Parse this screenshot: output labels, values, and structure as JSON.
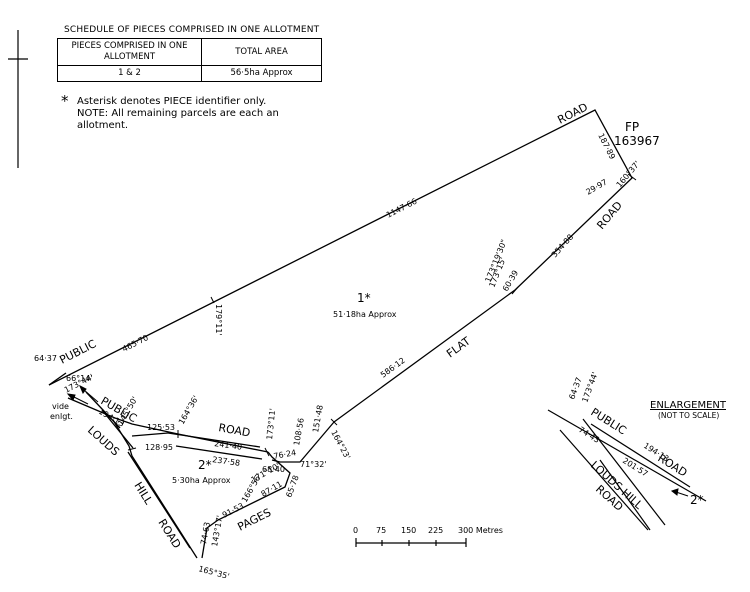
{
  "schedule": {
    "title": "SCHEDULE OF PIECES COMPRISED IN ONE ALLOTMENT",
    "header_pieces": "PIECES COMPRISED IN ONE ALLOTMENT",
    "header_area": "TOTAL AREA",
    "row_pieces": "1 & 2",
    "row_area": "56·5ha Approx"
  },
  "notes": {
    "asterisk": "*",
    "line1": "Asterisk denotes PIECE identifier only.",
    "line2": "NOTE: All remaining parcels are each an allotment."
  },
  "plan": {
    "road_top": "ROAD",
    "fp_label": "FP",
    "fp_number": "163967",
    "bearing_1": "179°11'",
    "dist_top": "1147·66",
    "dist_east": "187·89",
    "dist_ne1": "29·97",
    "bearing_ne1": "160°37'",
    "road_ne": "ROAD",
    "dist_ne2": "354·88",
    "bearing_2": "173°19'30\"",
    "bearing_3": "173°15'",
    "dist_60": "60·39",
    "piece1_label": "1*",
    "piece1_area": "51·18ha Approx",
    "dist_586": "586·12",
    "flat_label": "FLAT",
    "bearing_164": "164°23'",
    "dist_151": "151·48",
    "dist_108": "108·56",
    "dist_64": "64·37",
    "public_label": "PUBLIC",
    "dist_465": "465·70",
    "bearing_66": "66°14'",
    "bearing_173_44": "173°44'",
    "public_label_2": "PUBLIC",
    "dist_194": "194·13",
    "vide_enlgt_1": "vide",
    "vide_enlgt_2": "enlgt.",
    "bearing_145": "145°50'",
    "dist_125": "125·53",
    "bearing_164_36": "164°36'",
    "road_mid": "ROAD",
    "bearing_173_11": "173°11'",
    "louds_label": "LOUDS",
    "dist_128": "128·95",
    "dist_241": "241·40",
    "dist_76": "76·24",
    "dist_237": "237·58",
    "dist_68": "68·40",
    "bearing_71": "71°32'",
    "piece2_label": "2*",
    "piece2_area": "5·30ha Approx",
    "bearing_171": "171°10'",
    "dist_87": "87·11",
    "bearing_166": "166°56'",
    "dist_65": "65·78",
    "hill_label": "HILL",
    "dist_91": "91·53",
    "pages_label": "PAGES",
    "road_sw": "ROAD",
    "dist_74": "74·63",
    "bearing_143": "143°17'",
    "bearing_165": "165°35'"
  },
  "scale": {
    "ticks": [
      "0",
      "75",
      "150",
      "225",
      "300 Metres"
    ]
  },
  "enlargement": {
    "title": "ENLARGEMENT",
    "subtitle": "(NOT TO SCALE)",
    "dist_64": "64·37",
    "bearing_173": "173°44'",
    "public": "PUBLIC",
    "dist_194": "194·13",
    "dist_74": "74·43",
    "dist_201": "201·57",
    "road_1": "ROAD",
    "louds_hill": "LOUDS HILL",
    "road_2": "ROAD",
    "piece2": "2*"
  }
}
